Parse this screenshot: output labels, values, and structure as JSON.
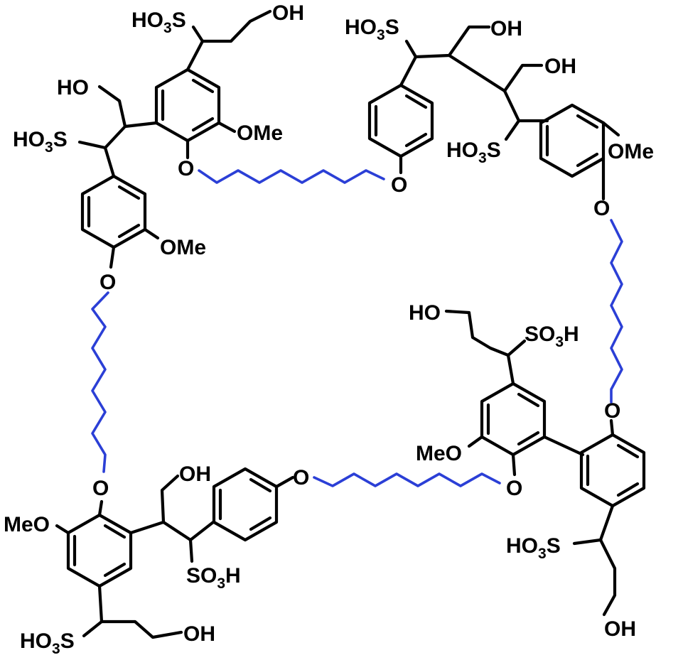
{
  "colors": {
    "bond": "#000000",
    "linker": "#2b3fd6",
    "background": "#ffffff"
  },
  "labels": {
    "ho3s_1": [
      "HO",
      "3",
      "S"
    ],
    "oh_1": "OH",
    "ho3s_2": [
      "HO",
      "3",
      "S"
    ],
    "oh_2": "OH",
    "ho_3": "HO",
    "oh_4": "OH",
    "ho3s_3": [
      "HO",
      "3",
      "S"
    ],
    "ome_1": "OMe",
    "ho3s_4": [
      "HO",
      "3",
      "S"
    ],
    "ome_2": "OMe",
    "o_1": "O",
    "o_2": "O",
    "ome_3": "OMe",
    "o_3": "O",
    "o_4": "O",
    "ho_5": "HO",
    "so3h_1": [
      "SO",
      "3",
      "H"
    ],
    "o_5": "O",
    "meo_1": "MeO",
    "o_6": "O",
    "o_7": "O",
    "oh_6": "OH",
    "o_8": "O",
    "meo_2": "MeO",
    "so3h_2": [
      "SO",
      "3",
      "H"
    ],
    "ho3s_5": [
      "HO",
      "3",
      "S"
    ],
    "ho3s_6": [
      "HO",
      "3",
      "S"
    ],
    "oh_7": "OH",
    "oh_8": "OH"
  }
}
